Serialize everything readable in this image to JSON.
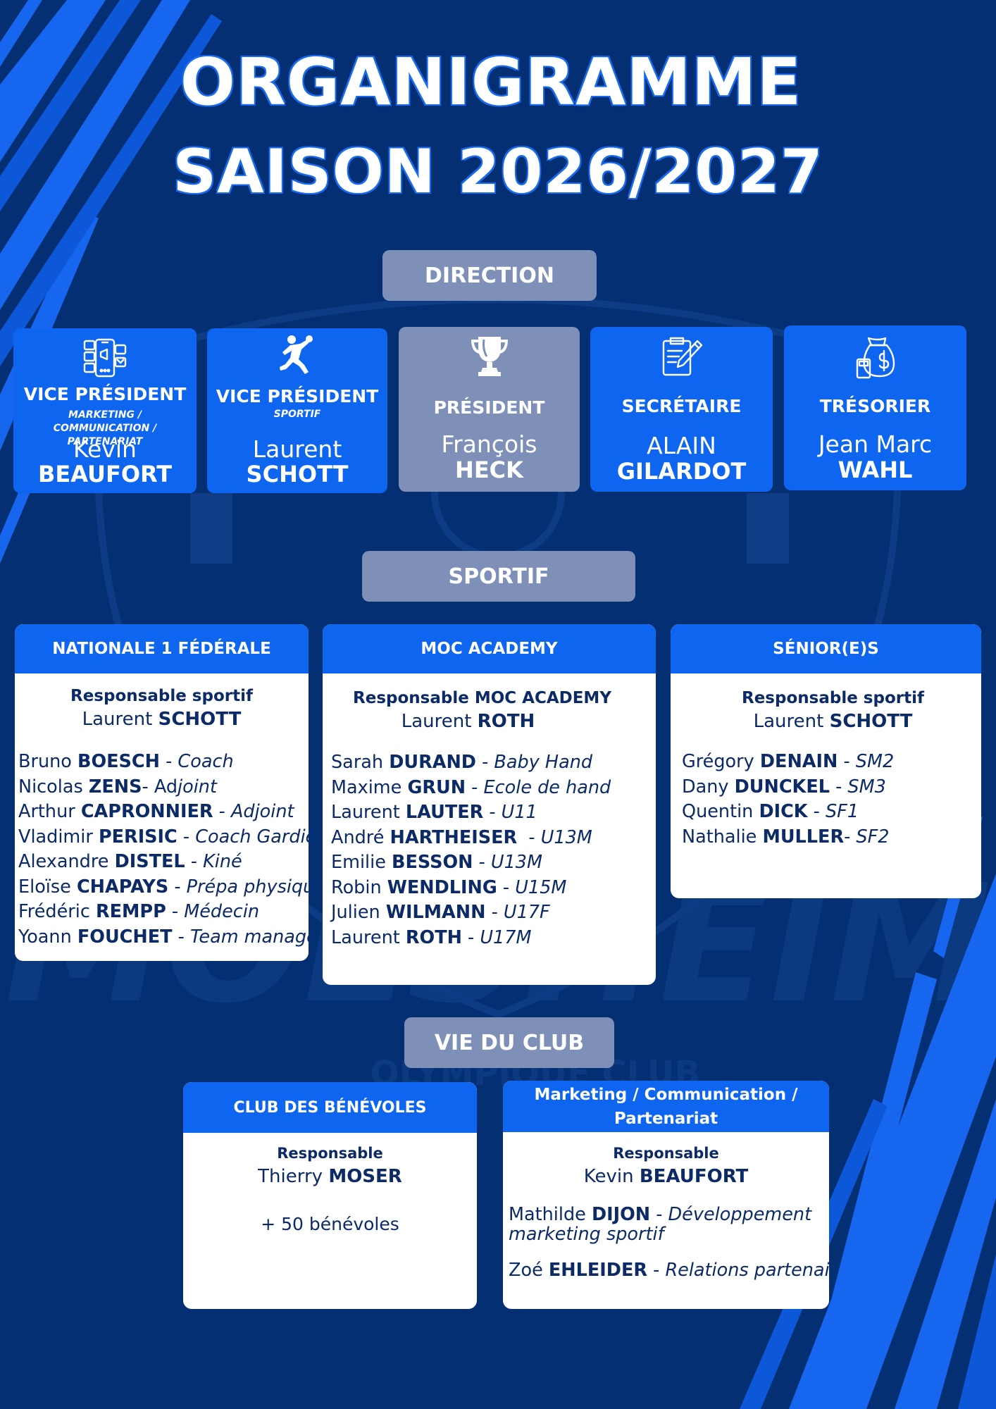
{
  "title": {
    "line1": "ORGANIGRAMME",
    "line2": "SAISON 2026/2027"
  },
  "colors": {
    "background": "#052f73",
    "accent_blue": "#0d65f0",
    "section_gray": "#7e90b8",
    "text_navy": "#0b2a66"
  },
  "sections": {
    "direction": "DIRECTION",
    "sportif": "SPORTIF",
    "vie_du_club": "VIE DU CLUB"
  },
  "direction": [
    {
      "icon": "social-media-phone-icon",
      "role": "VICE PRÉSIDENT",
      "subtitle": "MARKETING / COMMUNICATION / PARTENARIAT",
      "first": "Kevin",
      "last": "BEAUFORT"
    },
    {
      "icon": "handball-player-icon",
      "role": "VICE PRÉSIDENT",
      "subtitle": "SPORTIF",
      "first": "Laurent",
      "last": "SCHOTT"
    },
    {
      "icon": "trophy-icon",
      "role": "PRÉSIDENT",
      "subtitle": "",
      "first": "François",
      "last": "HECK"
    },
    {
      "icon": "clipboard-pen-icon",
      "role": "SECRÉTAIRE",
      "subtitle": "",
      "first": "ALAIN",
      "last": "GILARDOT"
    },
    {
      "icon": "money-bag-calculator-icon",
      "role": "TRÉSORIER",
      "subtitle": "",
      "first": "Jean Marc",
      "last": "WAHL"
    }
  ],
  "sportif": [
    {
      "header": "NATIONALE 1 FÉDÉRALE",
      "resp_title": "Responsable sportif",
      "resp_first": "Laurent",
      "resp_last": "SCHOTT",
      "members": [
        {
          "first": "Bruno",
          "last": "BOESCH",
          "sep": " - ",
          "role": "Coach"
        },
        {
          "first": "Nicolas",
          "last": "ZENS",
          "sep": "- Ad",
          "role": "joint"
        },
        {
          "first": "Arthur",
          "last": "CAPRONNIER",
          "sep": " - ",
          "role": "Adjoint"
        },
        {
          "first": "Vladimir",
          "last": "PERISIC",
          "sep": " - ",
          "role": "Coach Gardien"
        },
        {
          "first": "Alexandre",
          "last": "DISTEL",
          "sep": " - ",
          "role": "Kiné"
        },
        {
          "first": "Eloïse",
          "last": "CHAPAYS",
          "sep": " - ",
          "role": "Prépa physique"
        },
        {
          "first": "Frédéric",
          "last": "REMPP",
          "sep": " - ",
          "role": "Médecin"
        },
        {
          "first": "Yoann",
          "last": "FOUCHET",
          "sep": " - ",
          "role": "Team manager"
        }
      ]
    },
    {
      "header": "MOC ACADEMY",
      "resp_title": "Responsable MOC ACADEMY",
      "resp_first": "Laurent",
      "resp_last": "ROTH",
      "members": [
        {
          "first": "Sarah",
          "last": "DURAND",
          "sep": " - ",
          "role": "Baby Hand"
        },
        {
          "first": "Maxime",
          "last": "GRUN",
          "sep": " - ",
          "role": "Ecole de hand"
        },
        {
          "first": "Laurent",
          "last": "LAUTER",
          "sep": " - ",
          "role": "U11"
        },
        {
          "first": "André",
          "last": "HARTHEISER",
          "sep": "  - ",
          "role": "U13M"
        },
        {
          "first": "Emilie",
          "last": "BESSON",
          "sep": " - ",
          "role": "U13M"
        },
        {
          "first": "Robin",
          "last": "WENDLING",
          "sep": " - ",
          "role": "U15M"
        },
        {
          "first": "Julien",
          "last": "WILMANN",
          "sep": " - ",
          "role": "U17F"
        },
        {
          "first": "Laurent",
          "last": "ROTH",
          "sep": " - ",
          "role": "U17M"
        }
      ]
    },
    {
      "header": "SÉNIOR(E)S",
      "resp_title": "Responsable sportif",
      "resp_first": "Laurent",
      "resp_last": "SCHOTT",
      "members": [
        {
          "first": "Grégory",
          "last": "DENAIN",
          "sep": " - ",
          "role": "SM2"
        },
        {
          "first": "Dany",
          "last": "DUNCKEL",
          "sep": " - ",
          "role": "SM3"
        },
        {
          "first": "Quentin",
          "last": "DICK",
          "sep": " - ",
          "role": "SF1"
        },
        {
          "first": "Nathalie",
          "last": "MULLER",
          "sep": "- ",
          "role": "SF2"
        }
      ]
    }
  ],
  "vie": [
    {
      "header": "CLUB DES BÉNÉVOLES",
      "resp_title": "Responsable",
      "resp_first": "Thierry",
      "resp_last": "MOSER",
      "extra": "+ 50 bénévoles"
    },
    {
      "header_line1": "Marketing / Communication /",
      "header_line2": "Partenariat",
      "resp_title": "Responsable",
      "resp_first": "Kevin",
      "resp_last": "BEAUFORT",
      "members": [
        {
          "first": "Mathilde",
          "last": "DIJON",
          "sep": " - ",
          "role": "Développement",
          "role2": "marketing sportif"
        },
        {
          "first": "Zoé",
          "last": "EHLEIDER",
          "sep": " - ",
          "role": "Relations partenaires"
        }
      ]
    }
  ]
}
